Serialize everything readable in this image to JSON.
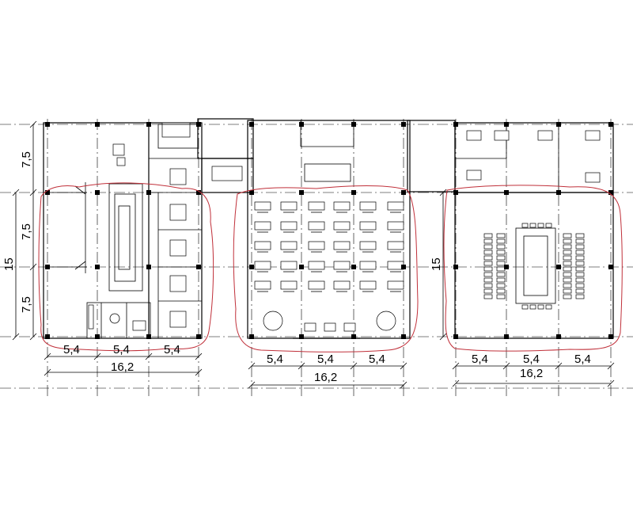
{
  "dimensions": {
    "plan_left": {
      "bays": [
        "5,4",
        "5,4",
        "5,4"
      ],
      "total": "16,2",
      "heights": [
        "7,5",
        "7,5",
        "7,5"
      ],
      "total_height": "15"
    },
    "plan_middle": {
      "bays": [
        "5,4",
        "5,4",
        "5,4"
      ],
      "total": "16,2"
    },
    "plan_right": {
      "bays": [
        "5,4",
        "5,4",
        "5,4"
      ],
      "total": "16,2",
      "total_height": "15"
    }
  },
  "colors": {
    "lines": "#000000",
    "highlight": "#c0303a",
    "background": "#ffffff"
  }
}
